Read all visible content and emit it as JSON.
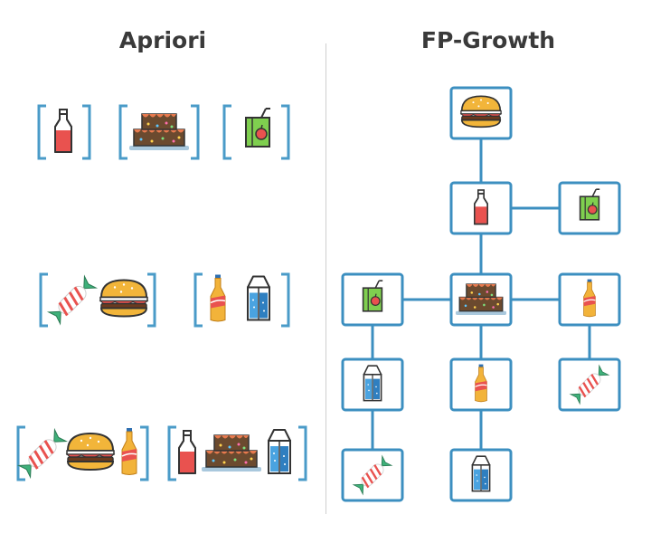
{
  "titles": {
    "apriori": "Apriori",
    "fp_growth": "FP-Growth"
  },
  "colors": {
    "bracket": "#4a9bc8",
    "node_border": "#3c8fc0",
    "edge": "#3c8fc0",
    "title": "#3a3a3a",
    "divider": "#cfcfcf"
  },
  "apriori": {
    "itemsets": [
      {
        "items": [
          "milk-bottle"
        ]
      },
      {
        "items": [
          "cake"
        ]
      },
      {
        "items": [
          "juice-box"
        ]
      },
      {
        "items": [
          "candy",
          "burger"
        ]
      },
      {
        "items": [
          "soda-bottle",
          "water-carton"
        ]
      },
      {
        "items": [
          "candy",
          "burger",
          "soda-bottle"
        ]
      },
      {
        "items": [
          "milk-bottle",
          "cake",
          "water-carton"
        ]
      }
    ]
  },
  "fp_growth": {
    "nodes": [
      {
        "id": "root",
        "item": "burger"
      },
      {
        "id": "n-milk",
        "item": "milk-bottle"
      },
      {
        "id": "n-juice-right",
        "item": "juice-box"
      },
      {
        "id": "n-cake",
        "item": "cake"
      },
      {
        "id": "n-juice-left",
        "item": "juice-box"
      },
      {
        "id": "n-soda-right",
        "item": "soda-bottle"
      },
      {
        "id": "n-water-left",
        "item": "water-carton"
      },
      {
        "id": "n-soda-mid",
        "item": "soda-bottle"
      },
      {
        "id": "n-candy-right",
        "item": "candy"
      },
      {
        "id": "n-candy-left",
        "item": "candy"
      },
      {
        "id": "n-water-mid",
        "item": "water-carton"
      }
    ],
    "edges": [
      [
        "root",
        "n-milk"
      ],
      [
        "n-milk",
        "n-juice-right"
      ],
      [
        "n-milk",
        "n-cake"
      ],
      [
        "n-cake",
        "n-juice-left"
      ],
      [
        "n-cake",
        "n-soda-right"
      ],
      [
        "n-cake",
        "n-soda-mid"
      ],
      [
        "n-juice-left",
        "n-water-left"
      ],
      [
        "n-water-left",
        "n-candy-left"
      ],
      [
        "n-soda-mid",
        "n-water-mid"
      ],
      [
        "n-soda-right",
        "n-candy-right"
      ]
    ]
  }
}
